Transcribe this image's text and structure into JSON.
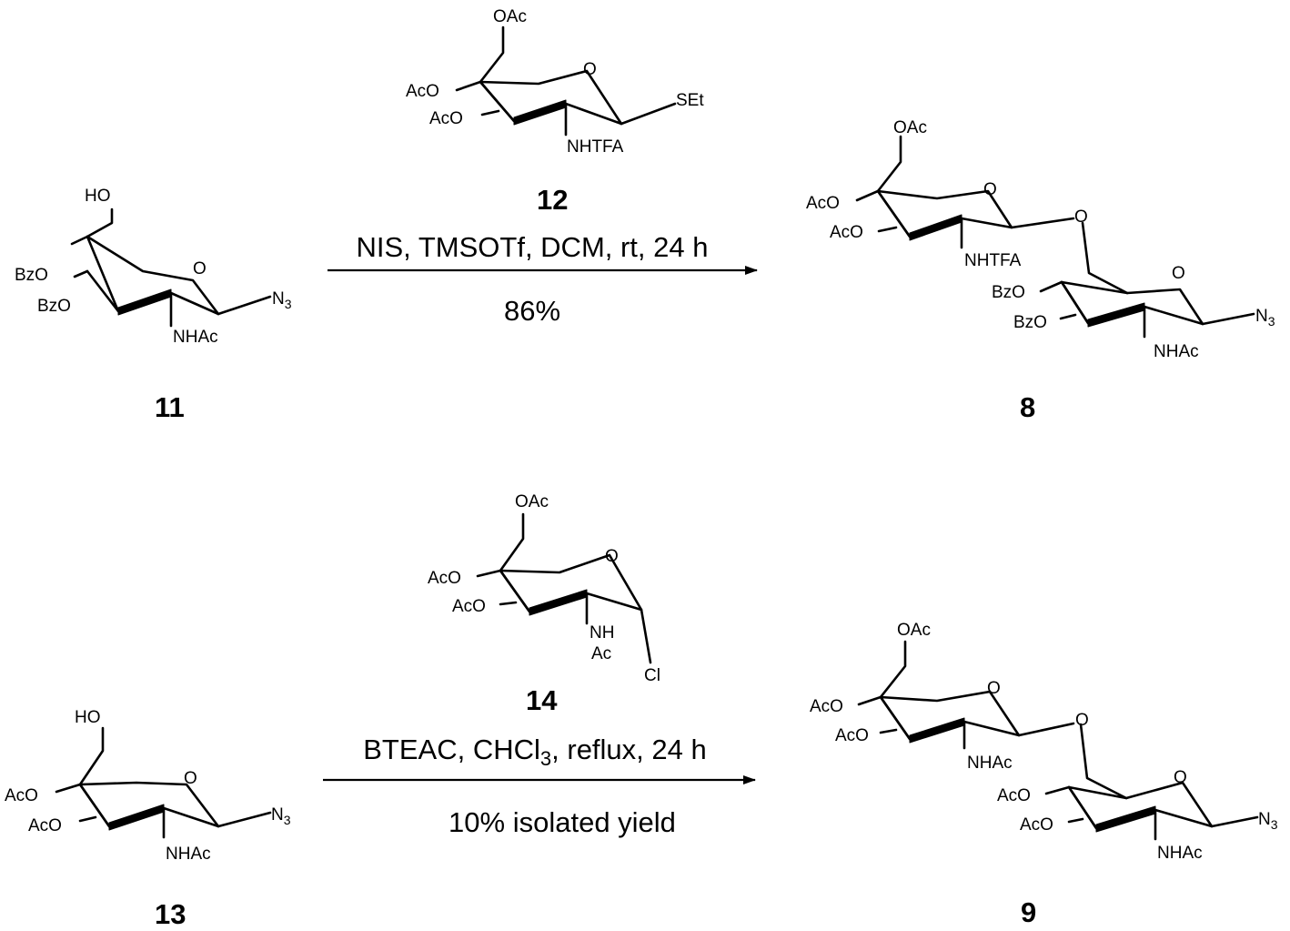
{
  "compounds": {
    "c11": {
      "number": "11",
      "labels": {
        "top": "HO",
        "o_upper": "BzO",
        "o_lower": "BzO",
        "ring_o": "O",
        "amine": "NHAc",
        "anomeric_base": "N",
        "anomeric_sub": "3"
      }
    },
    "c12": {
      "number": "12",
      "labels": {
        "top": "OAc",
        "o_upper": "AcO",
        "o_lower": "AcO",
        "ring_o": "O",
        "amine": "NHTFA",
        "anomeric": "SEt"
      }
    },
    "c8": {
      "number": "8",
      "top": {
        "c6": "OAc",
        "o_upper": "AcO",
        "o_lower": "AcO",
        "ring_o": "O",
        "amine": "NHTFA",
        "link_o": "O"
      },
      "bottom": {
        "o_upper": "BzO",
        "o_lower": "BzO",
        "ring_o": "O",
        "amine": "NHAc",
        "anomeric_base": "N",
        "anomeric_sub": "3"
      }
    },
    "c13": {
      "number": "13",
      "labels": {
        "top": "HO",
        "o_upper": "AcO",
        "o_lower": "AcO",
        "ring_o": "O",
        "amine": "NHAc",
        "anomeric_base": "N",
        "anomeric_sub": "3"
      }
    },
    "c14": {
      "number": "14",
      "labels": {
        "top": "OAc",
        "o_upper": "AcO",
        "o_lower": "AcO",
        "ring_o": "O",
        "amine_nh": "NH",
        "amine_ac": "Ac",
        "anomeric": "Cl"
      }
    },
    "c9": {
      "number": "9",
      "top": {
        "c6": "OAc",
        "o_upper": "AcO",
        "o_lower": "AcO",
        "ring_o": "O",
        "amine": "NHAc",
        "link_o": "O"
      },
      "bottom": {
        "o_upper": "AcO",
        "o_lower": "AcO",
        "ring_o": "O",
        "amine": "NHAc",
        "anomeric_base": "N",
        "anomeric_sub": "3"
      }
    }
  },
  "reactions": [
    {
      "conditions": "NIS, TMSOTf, DCM, rt, 24 h",
      "yield": "86%"
    },
    {
      "conditions_base": "BTEAC, CHCl",
      "conditions_sub": "3",
      "conditions_tail": ", reflux, 24 h",
      "yield": "10% isolated yield"
    }
  ]
}
